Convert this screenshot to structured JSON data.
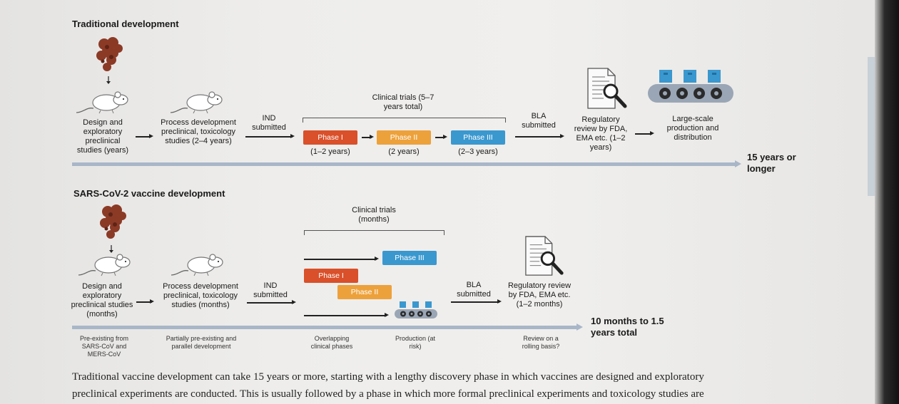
{
  "traditional": {
    "title": "Traditional development",
    "design": "Design and exploratory preclinical studies (years)",
    "process": "Process development preclinical, toxicology studies (2–4 years)",
    "ind": "IND submitted",
    "clinical_title": "Clinical trials (5–7 years total)",
    "phase1": "Phase I",
    "phase1_dur": "(1–2 years)",
    "phase2": "Phase II",
    "phase2_dur": "(2 years)",
    "phase3": "Phase III",
    "phase3_dur": "(2–3 years)",
    "bla": "BLA submitted",
    "regulatory": "Regulatory review by FDA, EMA etc. (1–2 years)",
    "production": "Large-scale production and distribution",
    "total": "15 years or longer"
  },
  "sarscov2": {
    "title": "SARS-CoV-2 vaccine development",
    "design": "Design and exploratory preclinical studies (months)",
    "process": "Process development preclinical, toxicology studies (months)",
    "ind": "IND submitted",
    "clinical_title": "Clinical trials (months)",
    "phase1": "Phase I",
    "phase2": "Phase II",
    "phase3": "Phase III",
    "bla": "BLA submitted",
    "regulatory": "Regulatory review by FDA, EMA etc. (1–2 months)",
    "total": "10 months to 1.5 years total",
    "note_preexisting": "Pre-existing from SARS-CoV and MERS-CoV",
    "note_partial": "Partially pre-existing and parallel development",
    "note_overlap": "Overlapping clinical phases",
    "note_production": "Production (at risk)",
    "note_review": "Review on a rolling basis?"
  },
  "caption": {
    "line1": "Traditional vaccine development can take 15 years or more, starting with a lengthy discovery phase in which vaccines are designed and exploratory",
    "line2": "preclinical experiments are conducted. This is usually followed by a phase in which more formal preclinical experiments and toxicology studies are"
  },
  "colors": {
    "phase1": "#d9502a",
    "phase2": "#eda13b",
    "phase3": "#3a98cf",
    "timeline": "#a8b6c8"
  },
  "icons": [
    "protein-icon",
    "mouse-icon",
    "document-magnifier-icon",
    "conveyor-icon"
  ]
}
